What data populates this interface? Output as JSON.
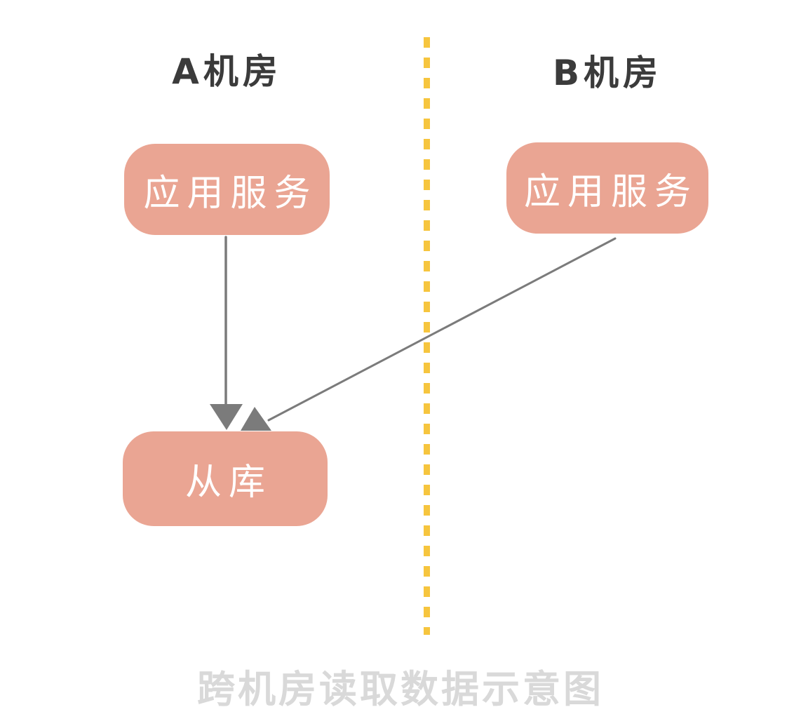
{
  "diagram": {
    "caption": "跨机房读取数据示意图",
    "zones": {
      "a": {
        "label": "A机房"
      },
      "b": {
        "label": "B机房"
      }
    },
    "nodes": {
      "app_a": {
        "label": "应用服务"
      },
      "app_b": {
        "label": "应用服务"
      },
      "slave_db": {
        "label": "从库"
      }
    },
    "edges": [
      {
        "from": "app_a",
        "to": "slave_db",
        "description": "same-datacenter read"
      },
      {
        "from": "app_b",
        "to": "slave_db",
        "description": "cross-datacenter read"
      }
    ],
    "colors": {
      "node_fill": "#EAA593",
      "node_text": "#FFFFFF",
      "divider": "#F6C53E",
      "arrow": "#7B7B7B",
      "zone_label": "#3B3B3B",
      "caption": "#D9D9D9"
    }
  }
}
